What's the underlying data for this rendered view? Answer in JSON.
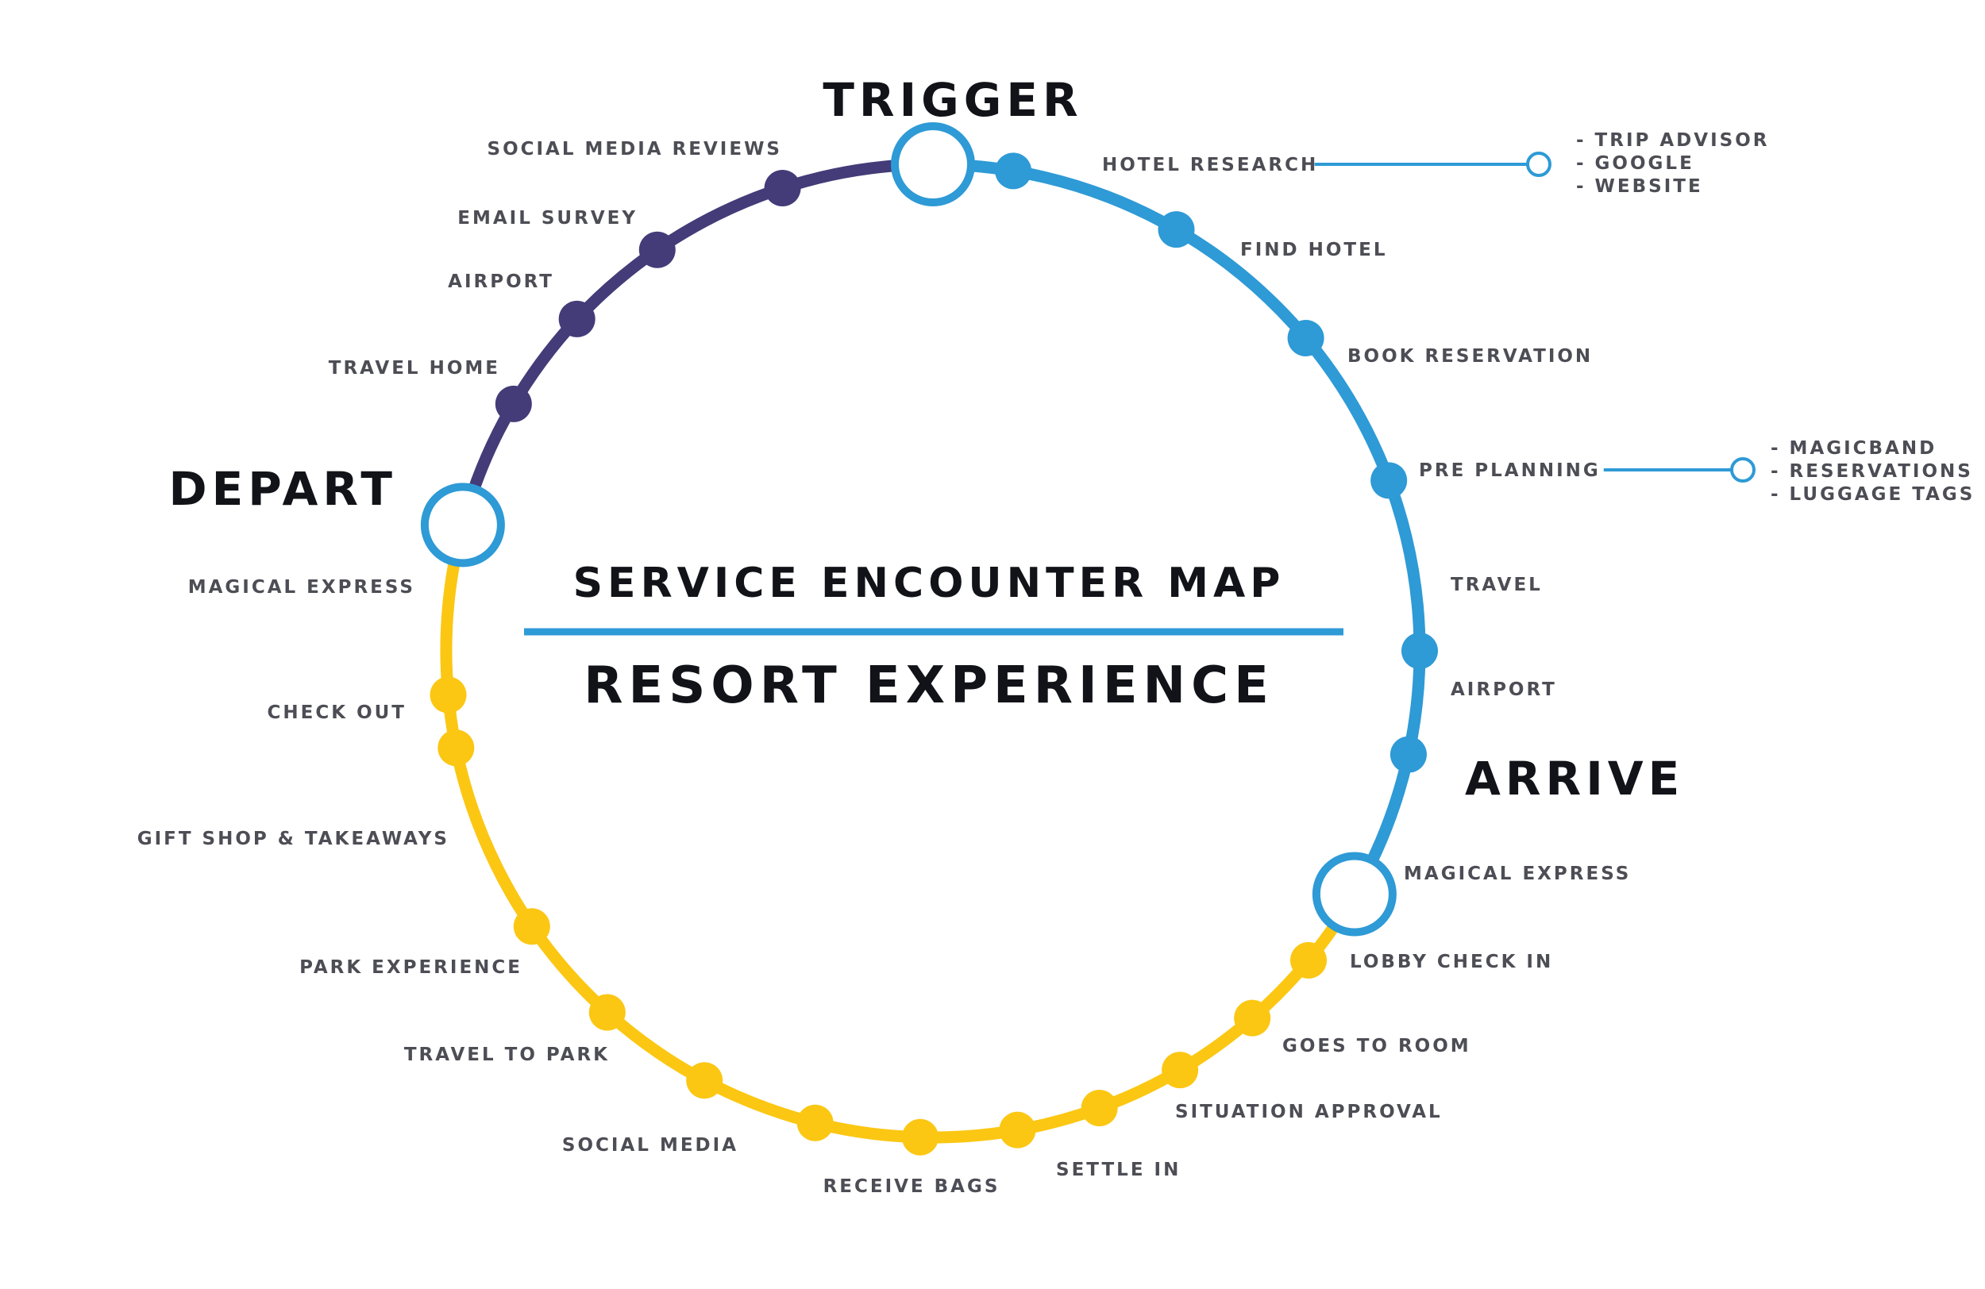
{
  "colors": {
    "pre": "#2e9ad6",
    "stay": "#fbc713",
    "post": "#433c78",
    "text": "#111318",
    "label": "#4d4d55"
  },
  "center": {
    "title": "SERVICE ENCOUNTER MAP",
    "subtitle": "RESORT EXPERIENCE"
  },
  "stages": [
    {
      "id": "trigger",
      "label": "TRIGGER"
    },
    {
      "id": "arrive",
      "label": "ARRIVE"
    },
    {
      "id": "depart",
      "label": "DEPART"
    }
  ],
  "phases": [
    {
      "id": "pre",
      "color_key": "pre",
      "touchpoints": [
        {
          "label": "HOTEL RESEARCH",
          "details": [
            "- TRIP ADVISOR",
            "- GOOGLE",
            "- WEBSITE"
          ]
        },
        {
          "label": "FIND HOTEL"
        },
        {
          "label": "BOOK RESERVATION"
        },
        {
          "label": "PRE PLANNING",
          "details": [
            "- MAGICBAND",
            "- RESERVATIONS",
            "- LUGGAGE TAGS"
          ]
        },
        {
          "label": "TRAVEL"
        },
        {
          "label": "AIRPORT"
        }
      ]
    },
    {
      "id": "stay",
      "color_key": "stay",
      "touchpoints": [
        {
          "label": "MAGICAL EXPRESS"
        },
        {
          "label": "LOBBY CHECK IN"
        },
        {
          "label": "GOES TO ROOM"
        },
        {
          "label": "SITUATION APPROVAL"
        },
        {
          "label": "SETTLE IN"
        },
        {
          "label": "RECEIVE BAGS"
        },
        {
          "label": "SOCIAL MEDIA"
        },
        {
          "label": "TRAVEL TO PARK"
        },
        {
          "label": "PARK EXPERIENCE"
        },
        {
          "label": "GIFT SHOP & TAKEAWAYS"
        },
        {
          "label": "CHECK OUT"
        },
        {
          "label": "MAGICAL EXPRESS"
        }
      ]
    },
    {
      "id": "post",
      "color_key": "post",
      "touchpoints": [
        {
          "label": "TRAVEL HOME"
        },
        {
          "label": "AIRPORT"
        },
        {
          "label": "EMAIL SURVEY"
        },
        {
          "label": "SOCIAL MEDIA REVIEWS"
        }
      ]
    }
  ]
}
